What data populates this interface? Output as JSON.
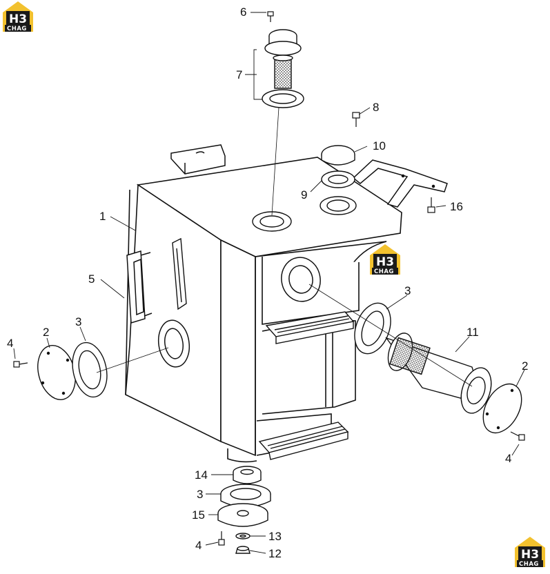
{
  "brand": {
    "top": "H3",
    "bottom": "CHAG",
    "color_gold": "#f2c12e",
    "color_dark": "#1a1a1a"
  },
  "callouts": {
    "c1": "1",
    "c2_left": "2",
    "c2_right": "2",
    "c3_left": "3",
    "c3_right": "3",
    "c3_bottom": "3",
    "c4_left": "4",
    "c4_right": "4",
    "c4_bottom": "4",
    "c5": "5",
    "c6": "6",
    "c7": "7",
    "c8": "8",
    "c9": "9",
    "c10": "10",
    "c11": "11",
    "c12": "12",
    "c13": "13",
    "c14": "14",
    "c15": "15",
    "c16": "16"
  }
}
